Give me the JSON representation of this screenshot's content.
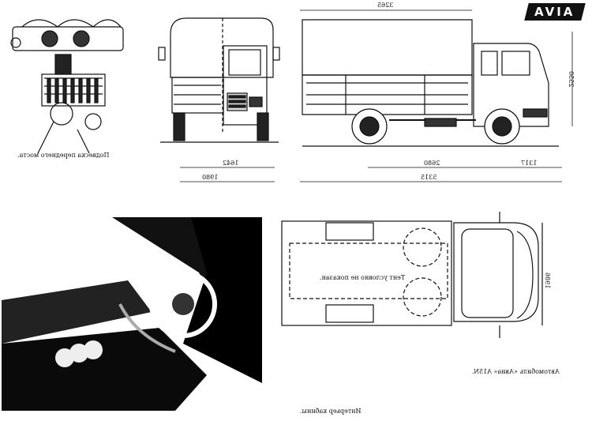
{
  "brand": {
    "logo_text": "AVIA"
  },
  "dimensions": {
    "overall_length": "5315",
    "wheelbase": "2680",
    "front_overhang": "1317",
    "cargo_length": "3265",
    "overall_height": "2550",
    "front_track": "1642",
    "overall_width": "1980",
    "cargo_width": "1986"
  },
  "captions": {
    "front_suspension": "Подвеска переднего моста.",
    "tent_note": "Тент условно не показан.",
    "model": "Автомобиль «Авиа» A15N.",
    "cab_interior": "Интерьер кабины."
  },
  "colors": {
    "ink": "#111111",
    "paper": "#ffffff",
    "shade": "#555555"
  }
}
